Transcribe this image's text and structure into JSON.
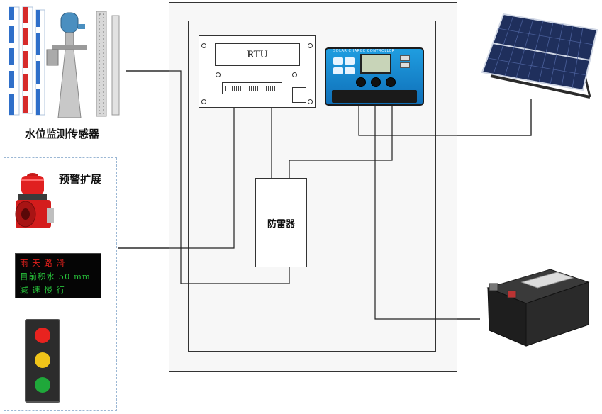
{
  "labels": {
    "water_sensor": "水位监测传感器",
    "alarm_expand": "预警扩展",
    "rtu": "RTU",
    "lightning_protector": "防雷器",
    "solar_controller": "SOLAR CHARGE CONTROLLER"
  },
  "led_board": {
    "line1": "雨 天 路 滑",
    "line2": "目前积水 50 mm",
    "line3": "减 速 慢 行",
    "color_red": "#e0201c",
    "color_green": "#27c23a"
  },
  "traffic_light": {
    "red": "#e8231f",
    "yellow": "#f0c419",
    "green": "#1fa83a"
  },
  "colors": {
    "wire": "#222222",
    "controller_blue": "#1a8fd8",
    "panel_border": "#9bb7d4"
  }
}
